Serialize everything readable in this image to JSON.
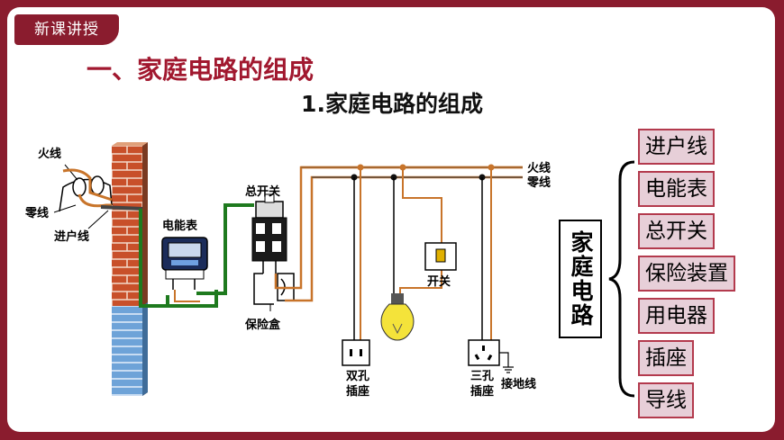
{
  "header": {
    "tag": "新课讲授"
  },
  "titles": {
    "main": "一、家庭电路的组成",
    "sub": "1.家庭电路的组成"
  },
  "diagram_labels": {
    "live_wire": "火线",
    "neutral_wire": "零线",
    "service_wire": "进户线",
    "meter": "电能表",
    "main_switch": "总开关",
    "fuse_box": "保险盒",
    "switch": "开关",
    "live_wire_right": "火线",
    "neutral_wire_right": "零线",
    "two_hole_socket": [
      "双孔",
      "插座"
    ],
    "three_hole_socket": [
      "三孔",
      "插座"
    ],
    "ground_wire": "接地线"
  },
  "composition": {
    "box_title": "家庭电路",
    "items": [
      "进户线",
      "电能表",
      "总开关",
      "保险装置",
      "用电器",
      "插座",
      "导线"
    ]
  },
  "colors": {
    "accent": "#8a1c2e",
    "item_bg": "#e7cfd8",
    "item_border": "#b33a4d",
    "wire_orange": "#c8742a",
    "wire_green": "#1e7a1e",
    "brick": "#c8502a",
    "tile_blue": "#6ea3d8"
  }
}
